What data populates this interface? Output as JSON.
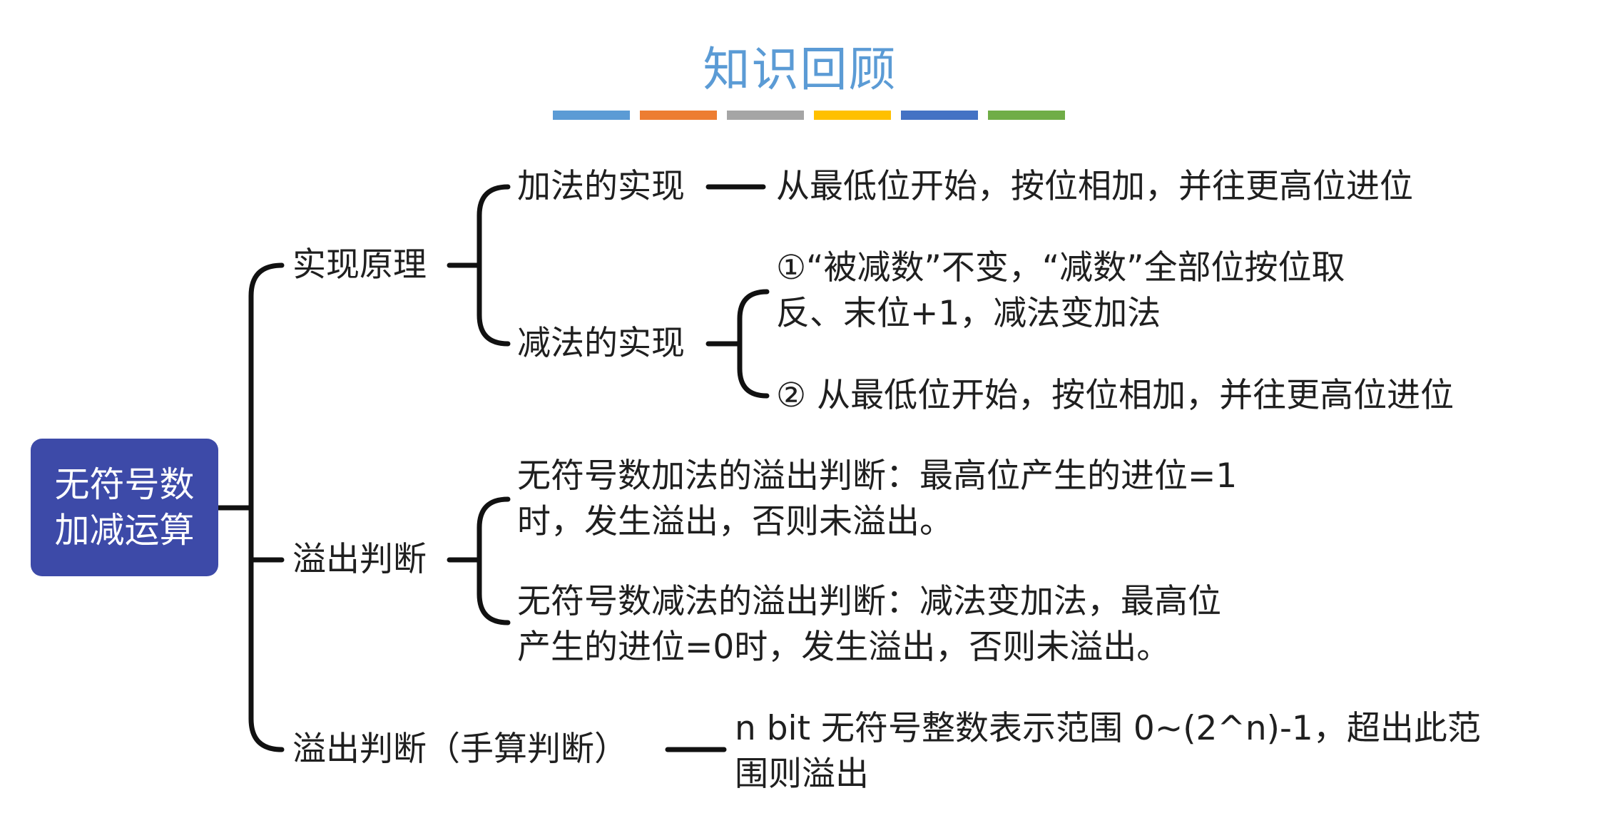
{
  "header": {
    "title": "知识回顾",
    "bar_colors": [
      "#5b9bd5",
      "#ed7d31",
      "#a5a5a5",
      "#ffc000",
      "#4472c4",
      "#70ad47"
    ]
  },
  "root": {
    "line1": "无符号数",
    "line2": "加减运算",
    "color": "#3d4aa8"
  },
  "branches": {
    "principle": {
      "label": "实现原理",
      "addition": {
        "label": "加法的实现",
        "detail": "从最低位开始，按位相加，并往更高位进位"
      },
      "subtraction": {
        "label": "减法的实现",
        "step1_line1": "①“被减数”不变，“减数”全部位按位取",
        "step1_line2": "反、末位+1，减法变加法",
        "step2": "② 从最低位开始，按位相加，并往更高位进位"
      }
    },
    "overflow": {
      "label": "溢出判断",
      "add_rule_line1": "无符号数加法的溢出判断：最高位产生的进位=1",
      "add_rule_line2": "时，发生溢出，否则未溢出。",
      "sub_rule_line1": "无符号数减法的溢出判断：减法变加法，最高位",
      "sub_rule_line2": "产生的进位=0时，发生溢出，否则未溢出。"
    },
    "manual": {
      "label": "溢出判断（手算判断）",
      "rule_line1": "n bit 无符号整数表示范围 0~(2^n)-1，超出此范",
      "rule_line2": "围则溢出"
    }
  }
}
